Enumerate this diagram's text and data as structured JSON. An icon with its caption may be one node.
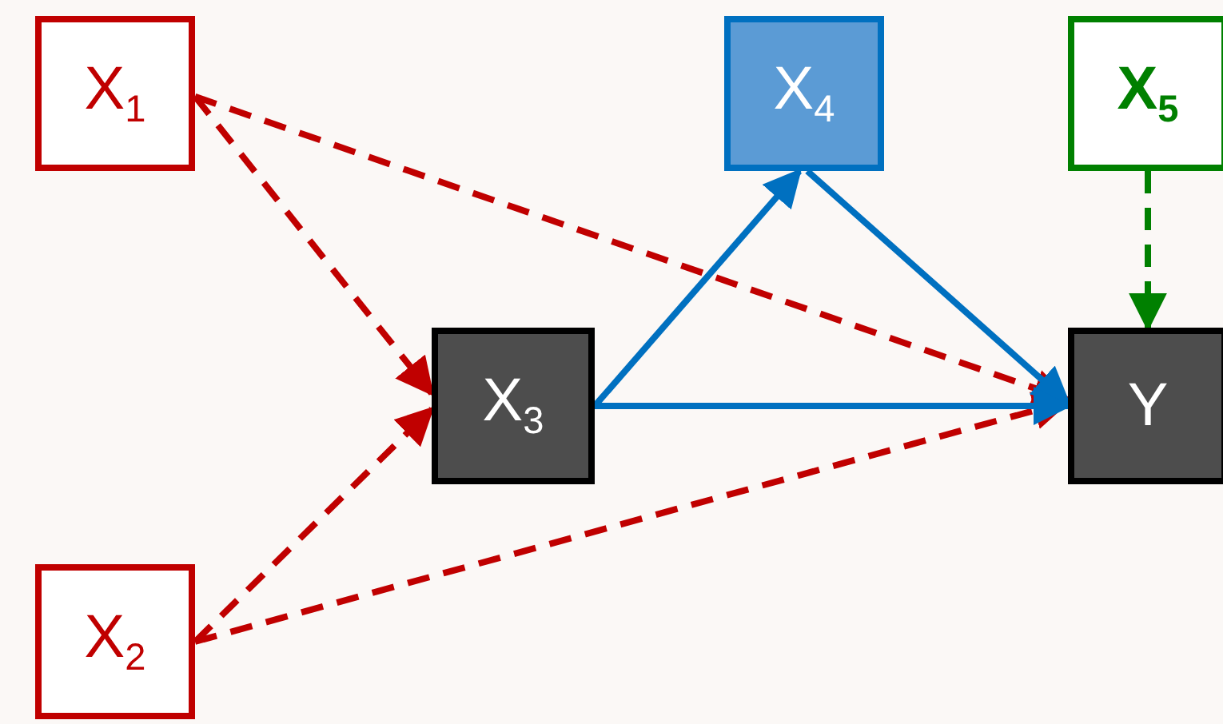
{
  "diagram": {
    "nodes": [
      {
        "text": [
          "X$_{1}$"
        ]
      },
      {
        "text": [
          "X$_{4}$"
        ]
      },
      {
        "text": [
          "X$_{5}$"
        ]
      },
      {
        "text": [
          "X$_{3}$"
        ]
      },
      {
        "text": [
          "Y"
        ]
      },
      {
        "text": [
          "X$_{2}$"
        ]
      }
    ],
    "edges": [
      {
        "from": 0,
        "to": 3,
        "arrow": "to",
        "style": "dashed"
      },
      {
        "from": 0,
        "to": 4,
        "arrow": "to",
        "style": "dashed"
      },
      {
        "from": 5,
        "to": 3,
        "arrow": "to",
        "style": "dashed"
      },
      {
        "from": 5,
        "to": 4,
        "arrow": "to",
        "style": "dashed"
      },
      {
        "from": 3,
        "to": 1,
        "arrow": "to",
        "color": "#0070c0"
      },
      {
        "from": 1,
        "to": 4,
        "arrow": "to",
        "color": "#0070c0"
      },
      {
        "from": 3,
        "to": 4,
        "arrow": "to",
        "color": "#0070c0"
      },
      {
        "from": 2,
        "to": 4,
        "arrow": "to",
        "style": "dashed",
        "color": "#008000"
      }
    ]
  }
}
